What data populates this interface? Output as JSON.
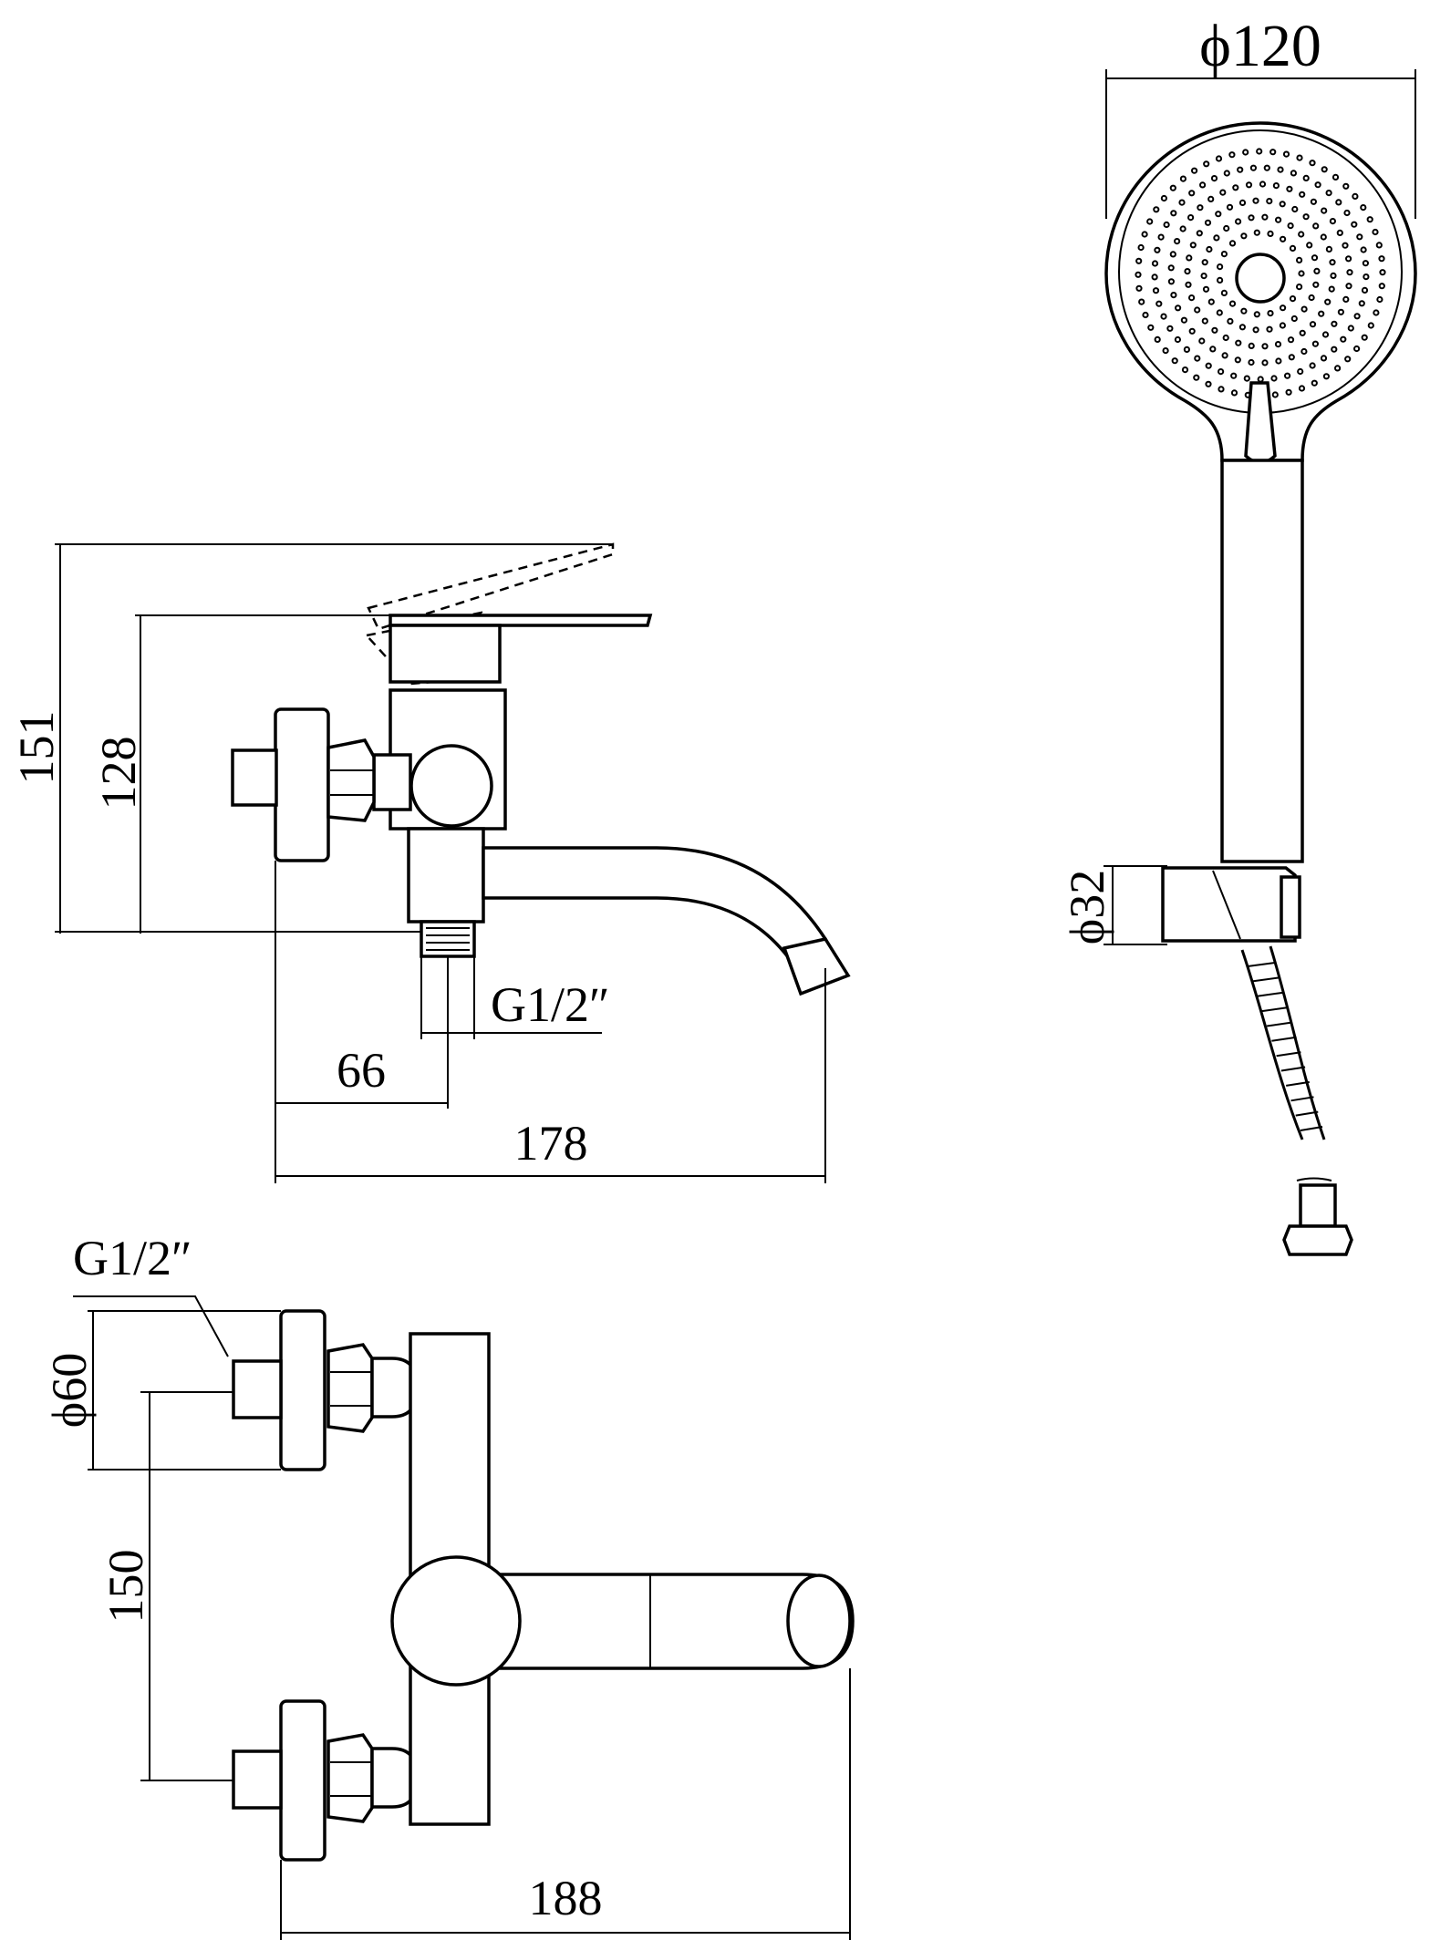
{
  "labels": {
    "shower_diameter": "ϕ120",
    "holder_diameter": "ϕ32",
    "height_total": "151",
    "height_body": "128",
    "thread_side": "G1/2″",
    "dim_66": "66",
    "dim_178": "178",
    "thread_front": "G1/2″",
    "flange_diameter": "ϕ60",
    "centre_distance": "150",
    "dim_188": "188"
  }
}
